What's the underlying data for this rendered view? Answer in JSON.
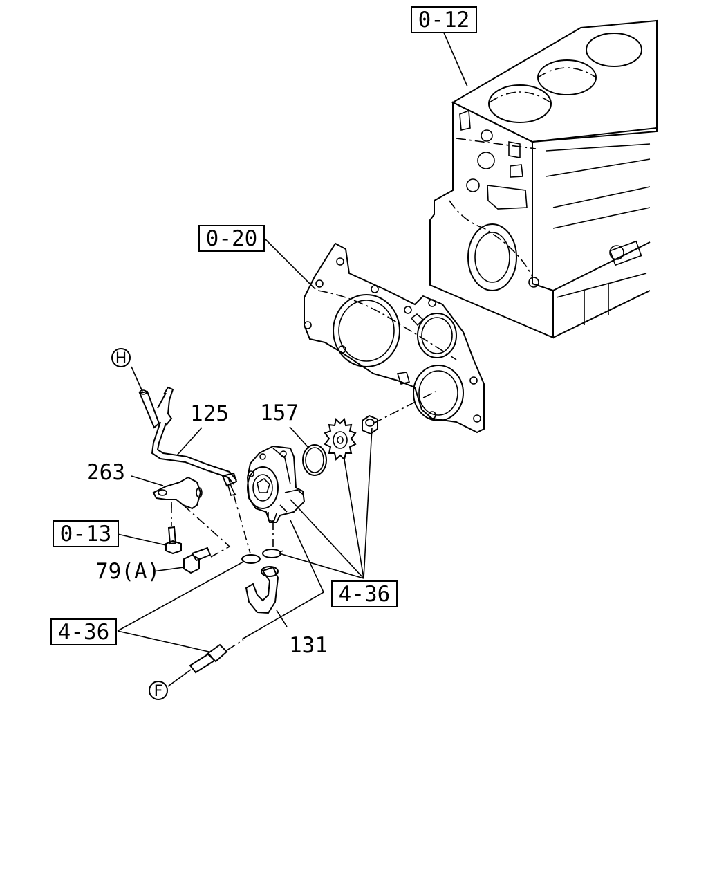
{
  "labels": {
    "ref_0_12": "0-12",
    "ref_0_20": "0-20",
    "ref_0_13": "0-13",
    "ref_4_36_right": "4-36",
    "ref_4_36_left": "4-36",
    "part_125": "125",
    "part_157": "157",
    "part_263": "263",
    "part_79a": "79(A)",
    "part_131": "131",
    "callout_h": "H",
    "callout_f": "F"
  }
}
